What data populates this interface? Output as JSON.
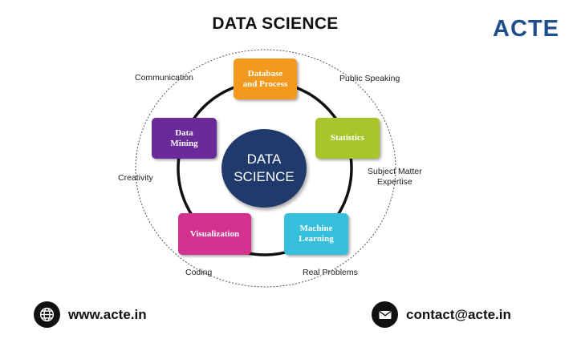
{
  "header": {
    "title": "DATA SCIENCE",
    "logo": "ACTE"
  },
  "diagram": {
    "center": "DATA\nSCIENCE",
    "nodes": [
      {
        "label": "Database\nand Process",
        "color": "#f39a1e"
      },
      {
        "label": "Statistics",
        "color": "#a8c62c"
      },
      {
        "label": "Machine\nLearning",
        "color": "#35bfdd"
      },
      {
        "label": "Visualization",
        "color": "#d3328f"
      },
      {
        "label": "Data\nMining",
        "color": "#6a2a9a"
      }
    ],
    "skills": [
      "Communication",
      "Public Speaking",
      "Subject Matter\nExpertise",
      "Real Problems",
      "Coding",
      "Creativity"
    ]
  },
  "footer": {
    "website": "www.acte.in",
    "email": "contact@acte.in",
    "website_icon": "globe-icon",
    "email_icon": "envelope-icon"
  }
}
